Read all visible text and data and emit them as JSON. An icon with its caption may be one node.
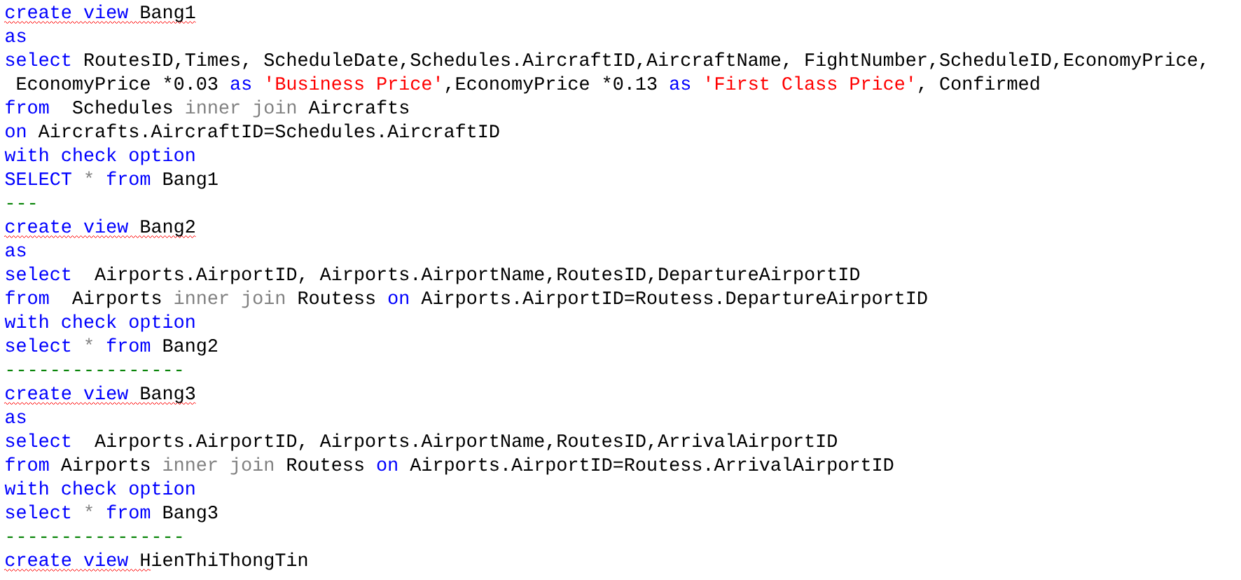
{
  "diagram": {
    "labels": [
      "create view",
      "Bang1",
      "as",
      "select",
      "RoutesID,Times, ScheduleDate,Schedules.AircraftID,AircraftName, FightNumber,ScheduleID,EconomyPrice,",
      "EconomyPrice *0.03",
      "as",
      "'Business Price'",
      ",EconomyPrice *0.13",
      "as",
      "'First Class Price'",
      ", Confirmed",
      "from",
      "Schedules",
      "inner join",
      "Aircrafts",
      "on",
      "Aircrafts.AircraftID=Schedules.AircraftID",
      "with check option",
      "SELECT",
      "*",
      "from",
      "Bang1",
      "---",
      "create view",
      "Bang2",
      "as",
      "select",
      "Airports.AirportID, Airports.AirportName,RoutesID,DepartureAirportID",
      "from",
      "Airports",
      "inner join",
      "Routess",
      "on",
      "Airports.AirportID=Routess.DepartureAirportID",
      "with check option",
      "select",
      "*",
      "from",
      "Bang2",
      "----------------",
      "create view",
      "Bang3",
      "as",
      "select",
      "Airports.AirportID, Airports.AirportName,RoutesID,ArrivalAirportID",
      "from",
      "Airports",
      "inner join",
      "Routess",
      "on",
      "Airports.AirportID=Routess.ArrivalAirportID",
      "with check option",
      "select",
      "*",
      "from",
      "Bang3",
      "----------------",
      "create view",
      "HienThiThongTin"
    ]
  }
}
